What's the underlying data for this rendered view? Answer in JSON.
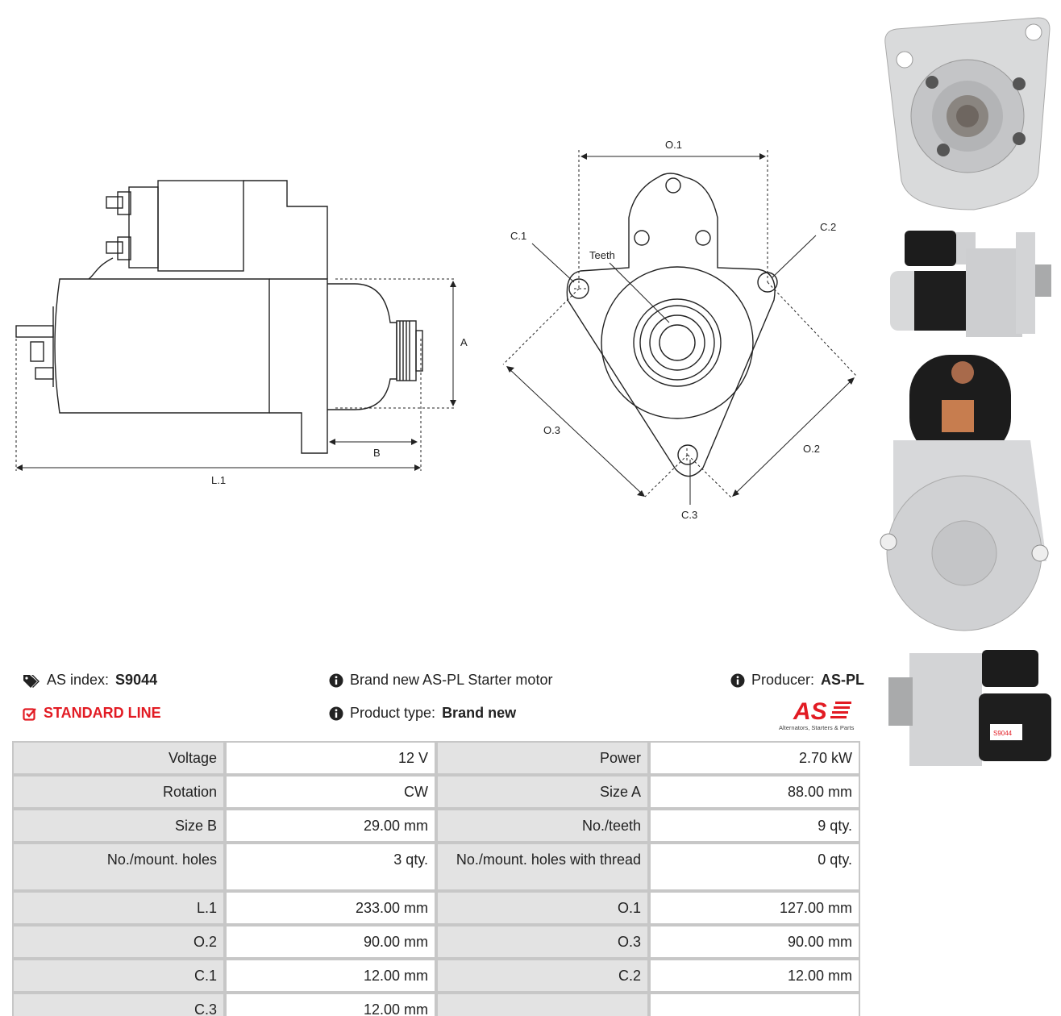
{
  "drawing": {
    "labels": {
      "a": "A",
      "b": "B",
      "l1": "L.1",
      "o1": "O.1",
      "o2": "O.2",
      "o3": "O.3",
      "c1": "C.1",
      "c2": "C.2",
      "c3": "C.3",
      "teeth": "Teeth"
    }
  },
  "info": {
    "as_index_label": "AS index:",
    "as_index_value": "S9044",
    "standard_line": "STANDARD LINE",
    "description": "Brand new AS-PL Starter motor",
    "product_type_label": "Product type:",
    "product_type_value": "Brand new",
    "producer_label": "Producer:",
    "producer_value": "AS-PL"
  },
  "logo": {
    "mark": "AS",
    "tagline": "Alternators, Starters & Parts",
    "color": "#e21b23"
  },
  "specs": [
    {
      "l1": "Voltage",
      "v1": "12 V",
      "l2": "Power",
      "v2": "2.70 kW"
    },
    {
      "l1": "Rotation",
      "v1": "CW",
      "l2": "Size A",
      "v2": "88.00 mm"
    },
    {
      "l1": "Size B",
      "v1": "29.00 mm",
      "l2": "No./teeth",
      "v2": "9 qty."
    },
    {
      "l1": "No./mount. holes",
      "v1": "3 qty.",
      "l2": "No./mount. holes with thread",
      "v2": "0 qty."
    },
    {
      "l1": "L.1",
      "v1": "233.00 mm",
      "l2": "O.1",
      "v2": "127.00 mm"
    },
    {
      "l1": "O.2",
      "v1": "90.00 mm",
      "l2": "O.3",
      "v2": "90.00 mm"
    },
    {
      "l1": "C.1",
      "v1": "12.00 mm",
      "l2": "C.2",
      "v2": "12.00 mm"
    },
    {
      "l1": "C.3",
      "v1": "12.00 mm",
      "l2": "",
      "v2": ""
    }
  ],
  "photo_label": "S9044"
}
